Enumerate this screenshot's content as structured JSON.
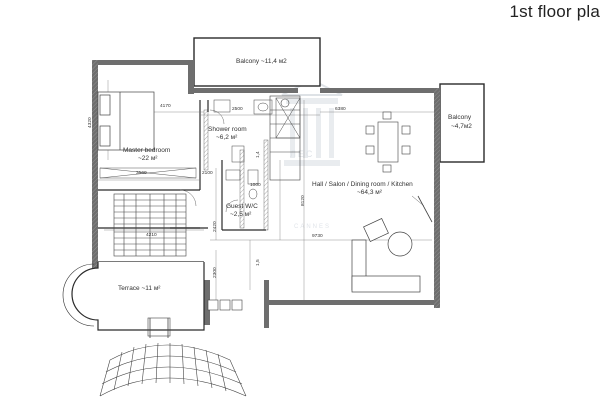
{
  "header": {
    "title": "1st floor pla"
  },
  "rooms": {
    "balcony_top": "Balcony ~11,4 м2",
    "balcony_right_l1": "Balcony",
    "balcony_right_l2": "~4,7м2",
    "shower_l1": "Shower room",
    "shower_l2": "~6,2 м²",
    "master_l1": "Master bedroom",
    "master_l2": "~22 м²",
    "salon_l1": "Hall / Salon / Dining room / Kitchen",
    "salon_l2": "~64,3 м²",
    "guest_l1": "Guest W/C",
    "guest_l2": "~2,5 м²",
    "terrace": "Terrace ~11 м²"
  },
  "dimensions": {
    "d4170": "4170",
    "d2500": "2500",
    "d6380": "6380",
    "d4320": "4320",
    "d3560": "3560",
    "d2100": "2100",
    "d1000": "1000",
    "d8120": "8120",
    "d2420": "2420",
    "d4210": "4210",
    "d9730": "9730",
    "d2300": "2300",
    "d1_5": "1,5",
    "d1_4": "1,4"
  },
  "watermark": {
    "logo": "ЛЕС",
    "sub": "CANNES"
  },
  "colors": {
    "line": "#2a2a2a",
    "thin": "#555555",
    "wall": "#6e6e6e",
    "hatch": "#9a9a9a"
  }
}
